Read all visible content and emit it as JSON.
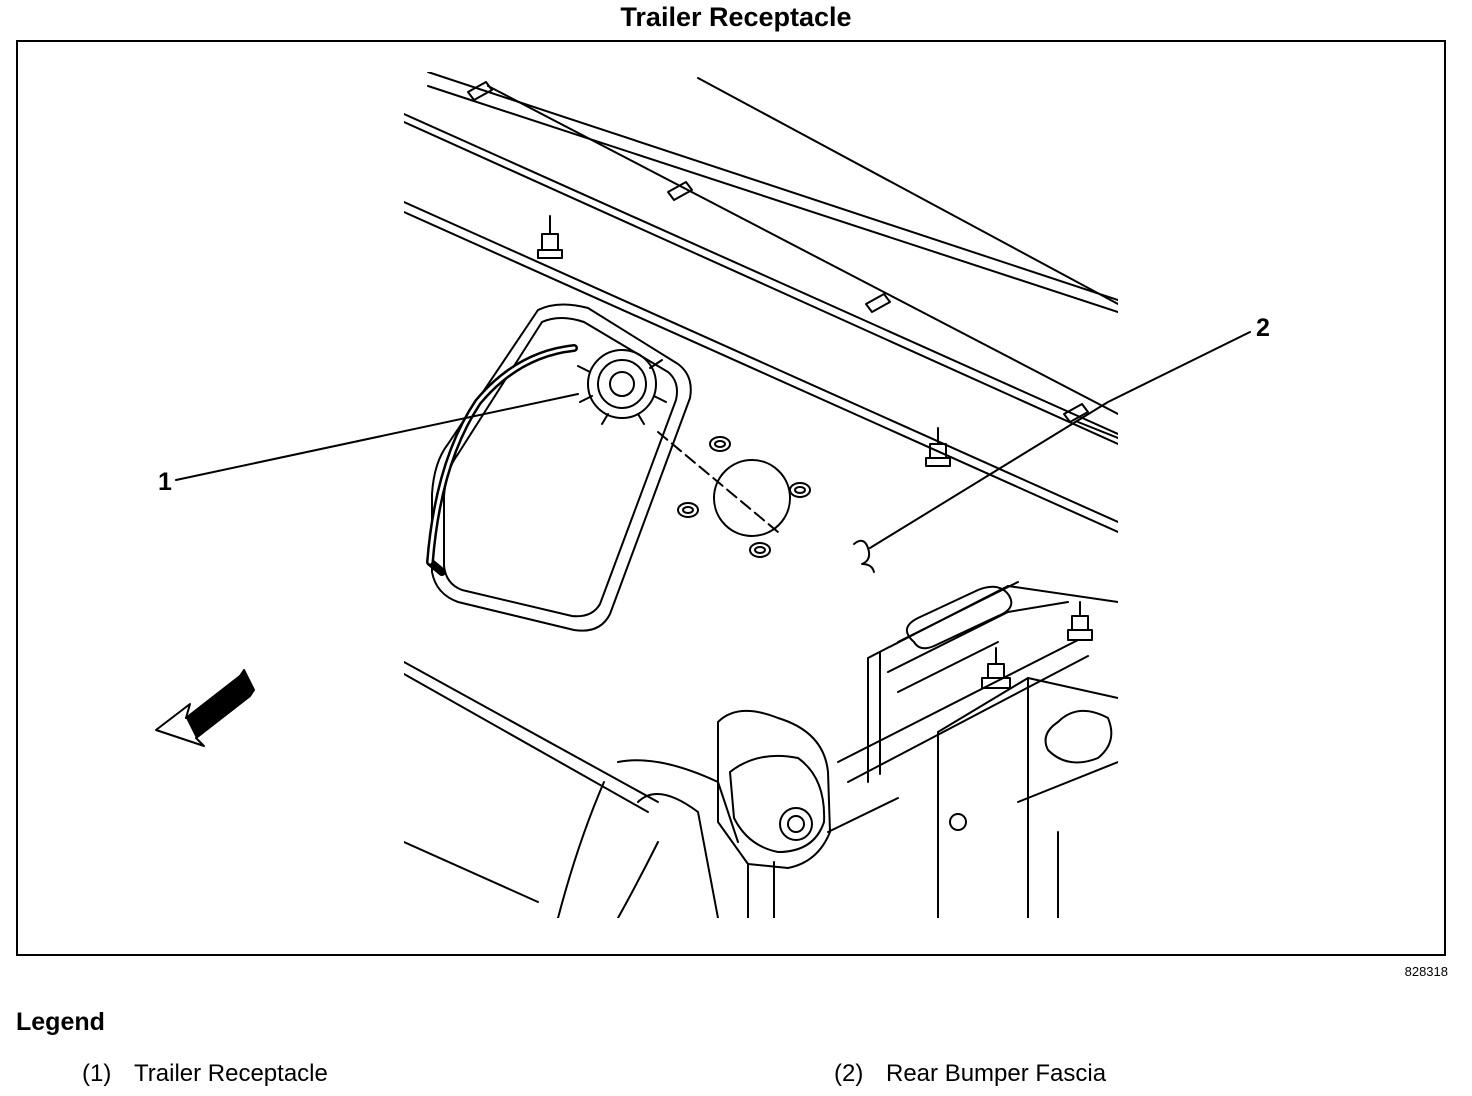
{
  "title": "Trailer Receptacle",
  "figure_id": "828318",
  "callouts": [
    {
      "label": "1"
    },
    {
      "label": "2"
    }
  ],
  "legend": {
    "title": "Legend",
    "items": [
      {
        "num": "(1)",
        "label": "Trailer Receptacle"
      },
      {
        "num": "(2)",
        "label": "Rear Bumper Fascia"
      }
    ]
  }
}
